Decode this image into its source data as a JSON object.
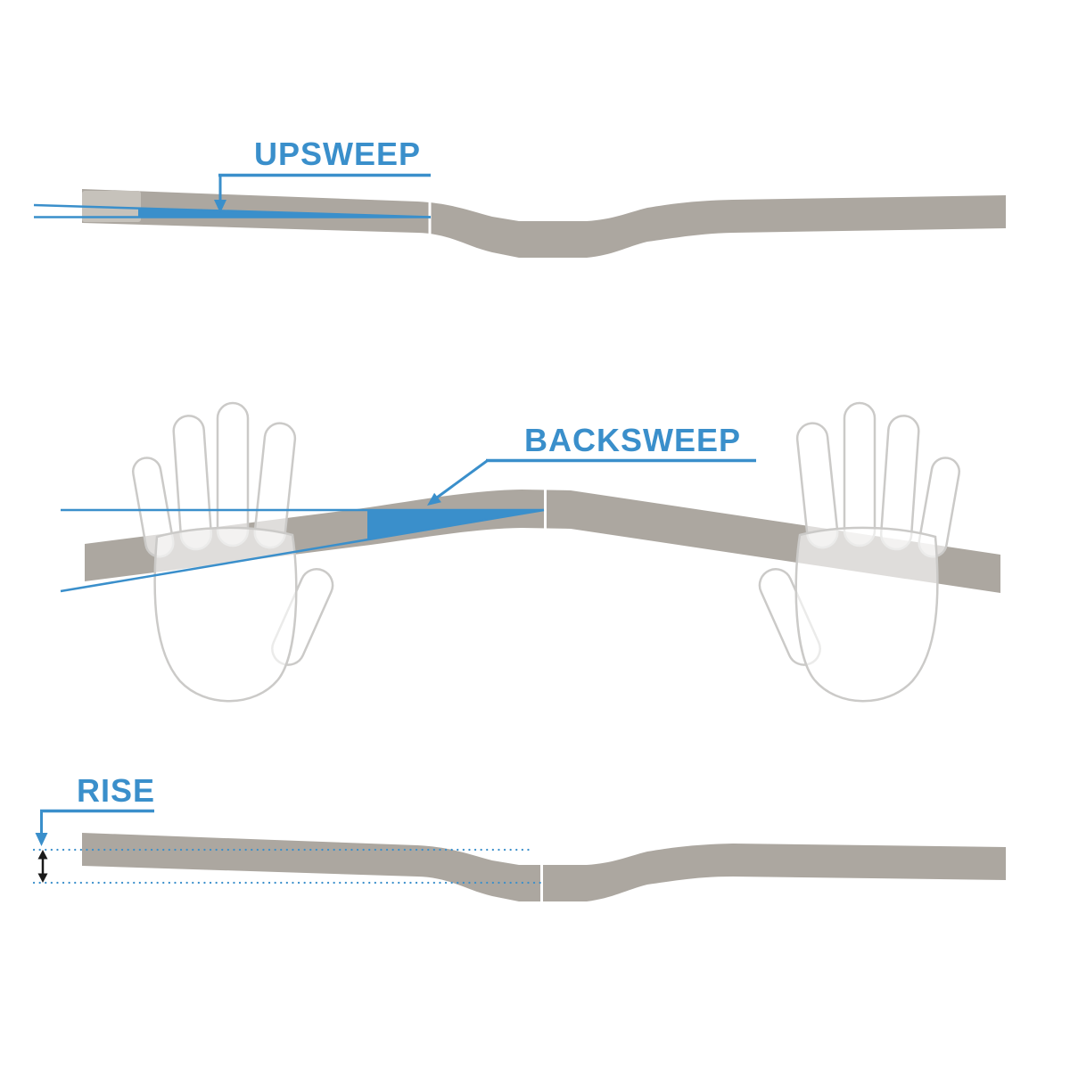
{
  "labels": {
    "upsweep": "UPSWEEP",
    "backsweep": "BACKSWEEP",
    "rise": "RISE"
  },
  "icons": {
    "upsweep_pointer": "arrow-down",
    "backsweep_pointer": "arrow-down-left",
    "rise_pointer": "arrow-down",
    "rise_measure": "double-headed-vertical-arrow"
  },
  "colors": {
    "accent": "#3A8FCB",
    "bar": "#ACA7A0",
    "bar_light": "#C6C2BB",
    "hand_outline": "#CBCAC8",
    "ink": "#1A1A1A",
    "background": "#FFFFFF"
  }
}
